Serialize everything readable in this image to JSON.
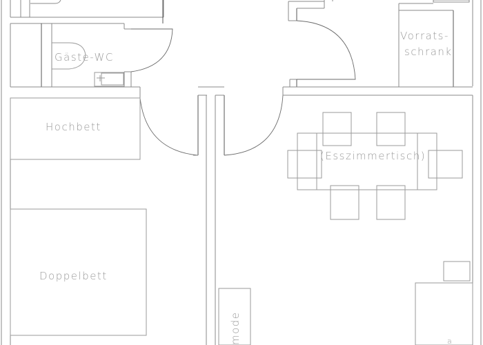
{
  "plan": {
    "type": "floor-plan",
    "colors": {
      "background": "#ffffff",
      "wall_line": "#8a8a8a",
      "furniture_line": "#9a9a9a",
      "label_text": "#9a9a9a"
    },
    "rooms": {
      "guest_wc": {
        "label": "Gäste-WC"
      },
      "pantry": {
        "label_line1": "Vorrats-",
        "label_line2": "schrank"
      },
      "loft_bed": {
        "label": "Hochbett"
      },
      "double_bed": {
        "label": "Doppelbett"
      },
      "dining_table": {
        "label": "(Esszimmertisch)"
      },
      "dresser": {
        "label": "mode"
      }
    }
  }
}
